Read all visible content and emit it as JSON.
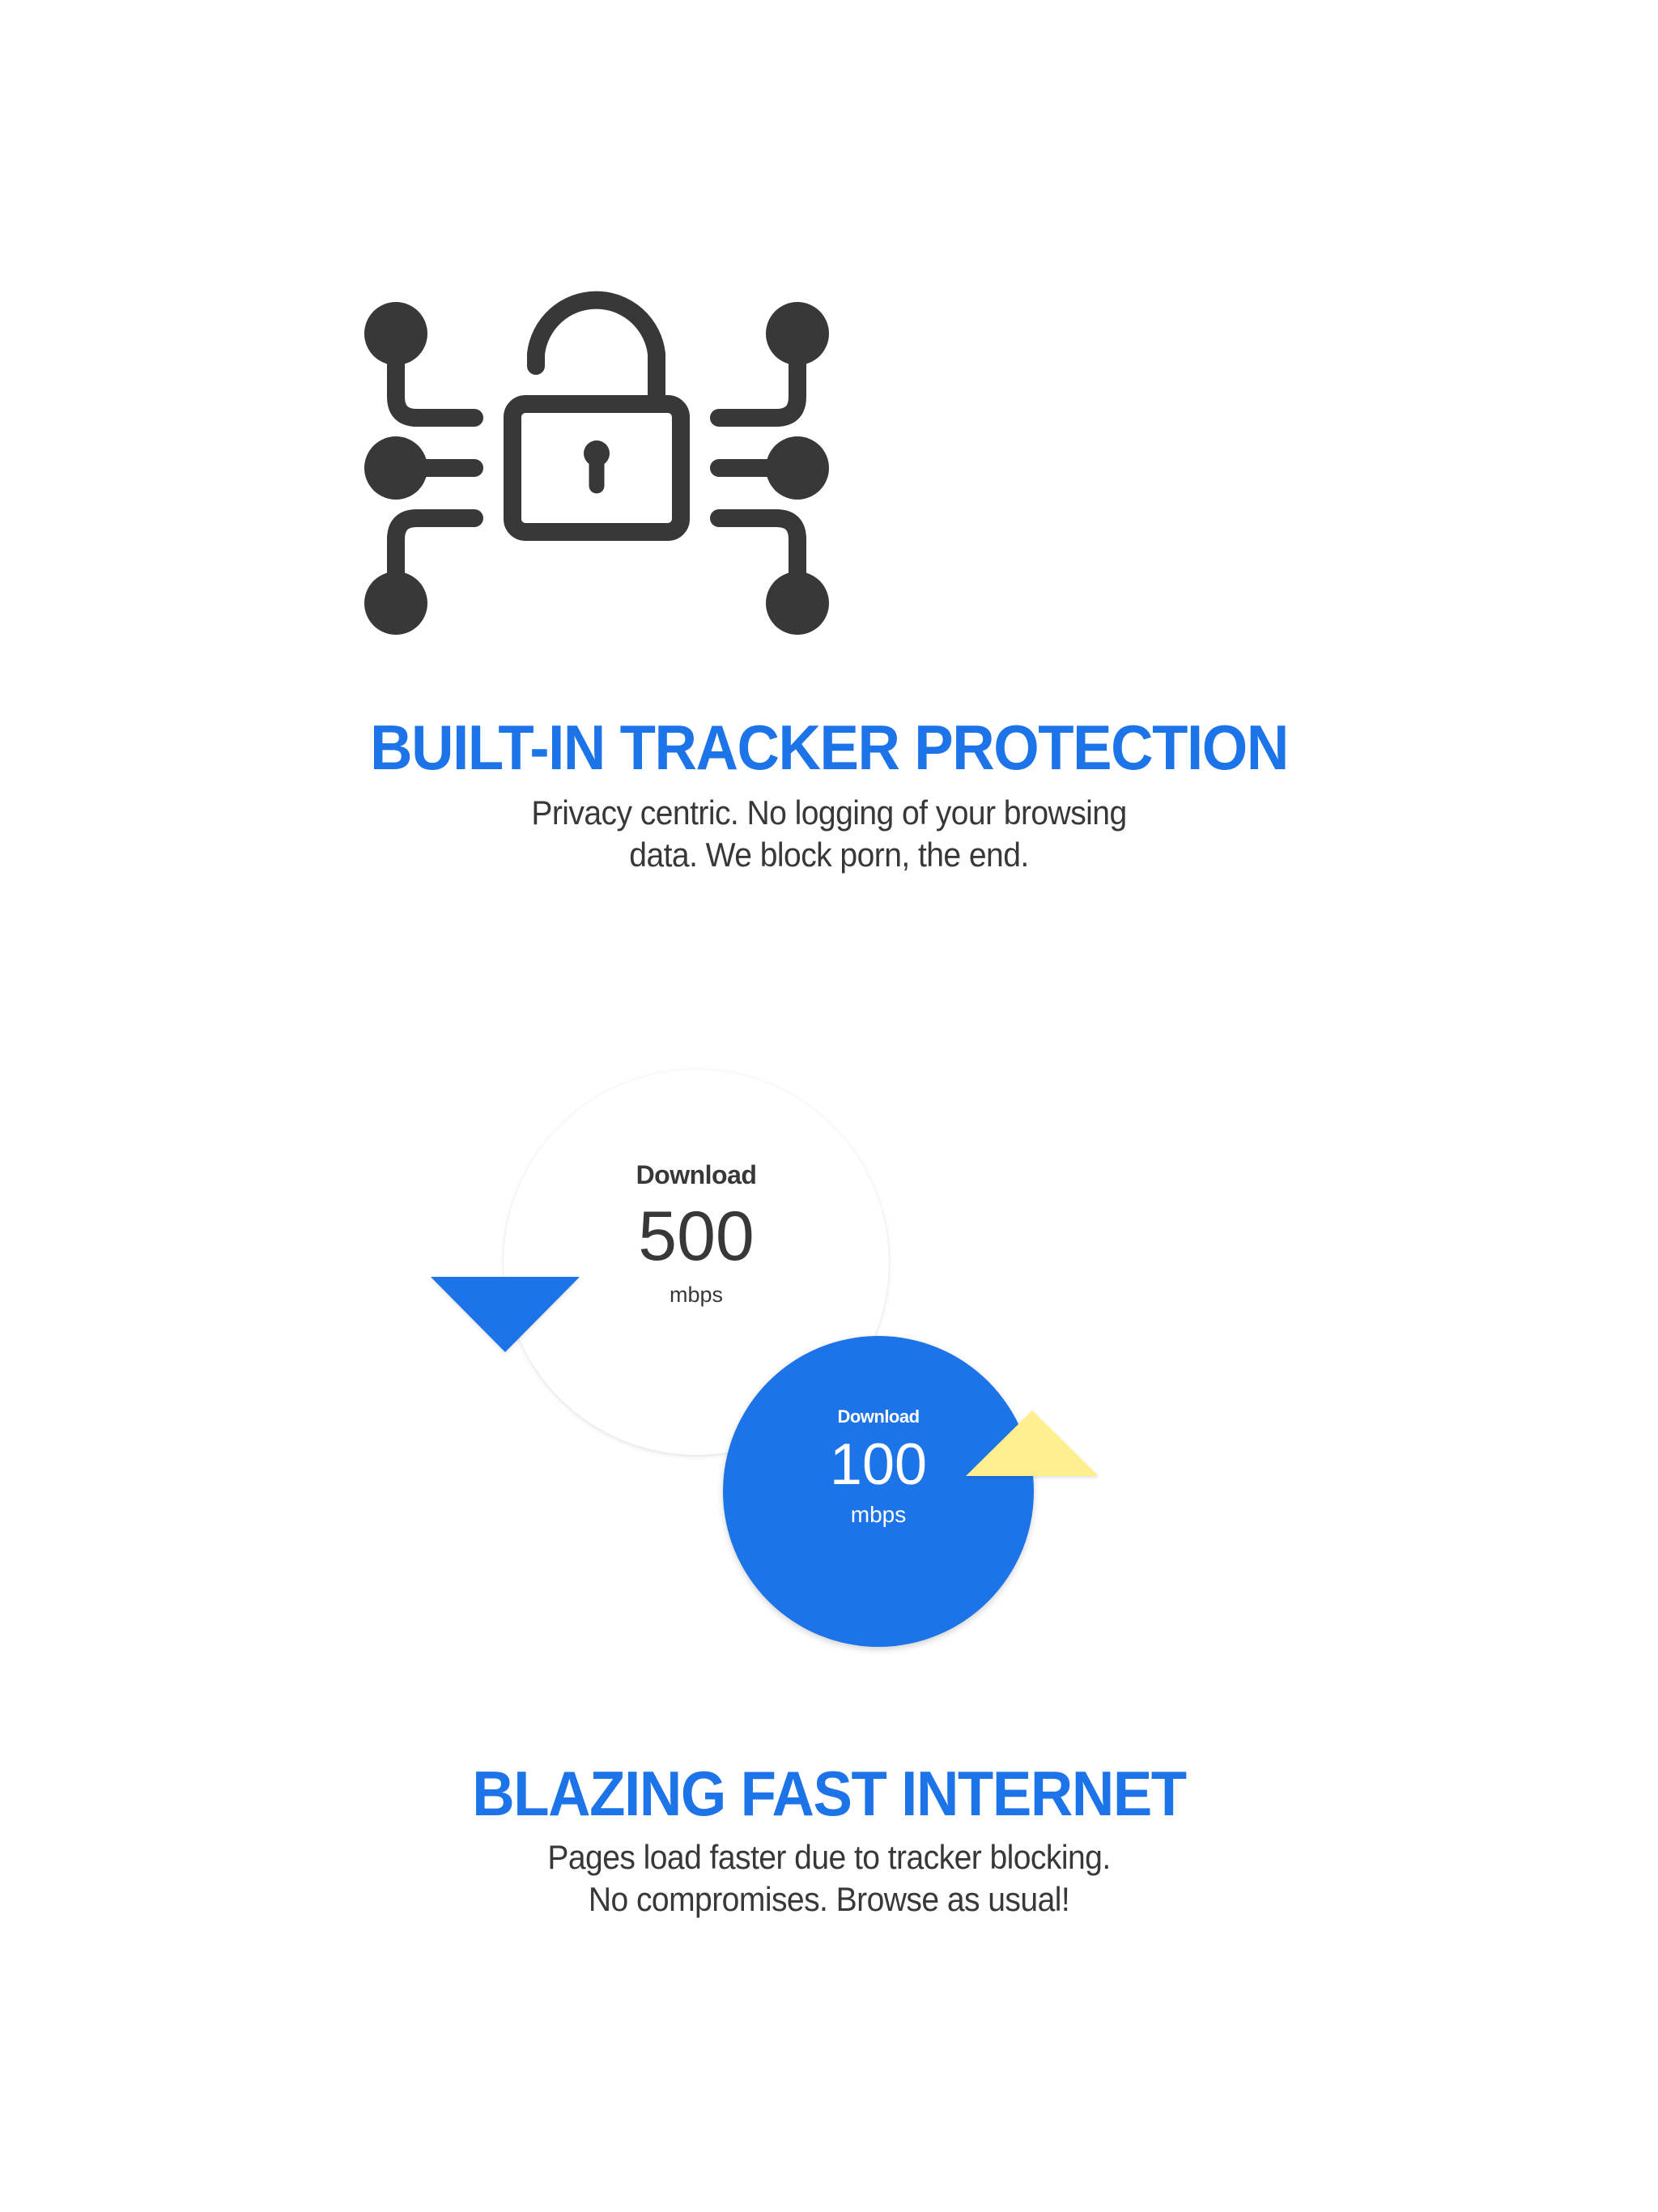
{
  "colors": {
    "accent_blue": "#1C74E8",
    "text_dark": "#383838",
    "icon_dark": "#383838",
    "highlight_yellow": "#FFEF8F",
    "background": "#FFFFFF"
  },
  "features": [
    {
      "icon": "unlocked-padlock-circuit-icon",
      "title": "BUILT-IN TRACKER PROTECTION",
      "description_lines": [
        "Privacy centric. No logging of your browsing",
        "data. We block porn, the end."
      ]
    },
    {
      "icon": "speed-comparison-graphic",
      "title": "BLAZING FAST INTERNET",
      "description_lines": [
        "Pages load faster due to tracker blocking.",
        "No compromises. Browse as usual!"
      ]
    }
  ],
  "speed_test": {
    "before": {
      "label": "Download",
      "value": "500",
      "unit": "mbps",
      "indicator": "arrow-down-icon",
      "indicator_color": "#1C74E8"
    },
    "after": {
      "label": "Download",
      "value": "100",
      "unit": "mbps",
      "indicator": "arrow-up-icon",
      "indicator_color": "#FFEF8F"
    }
  }
}
